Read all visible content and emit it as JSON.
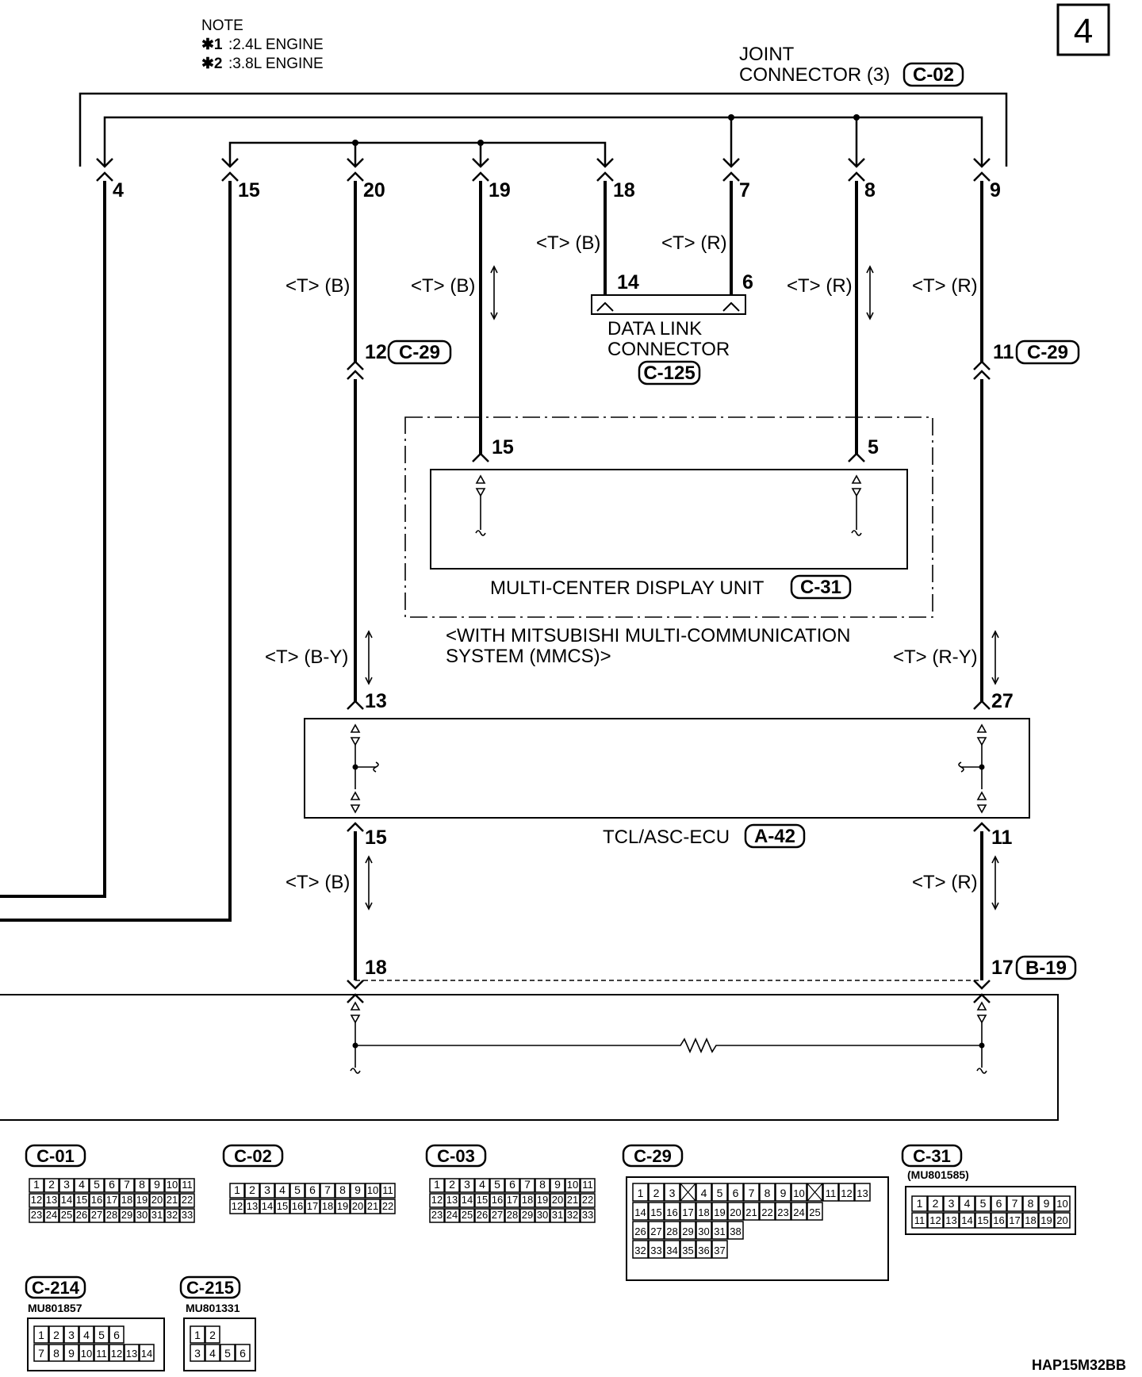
{
  "page_number": "4",
  "note": {
    "title": "NOTE",
    "lines": [
      {
        "mark": "✱1",
        "text": ":2.4L ENGINE"
      },
      {
        "mark": "✱2",
        "text": ":3.8L ENGINE"
      }
    ]
  },
  "joint_connector": {
    "line1": "JOINT",
    "line2": "CONNECTOR (3)",
    "code": "C-02"
  },
  "joint_pins": [
    "4",
    "15",
    "20",
    "19",
    "18",
    "7",
    "8",
    "9"
  ],
  "wire_labels": {
    "w20": "<T> (B)",
    "w19": "<T> (B)",
    "w18": "<T> (B)",
    "w7": "<T> (R)",
    "w8": "<T> (R)",
    "w9": "<T> (R)",
    "by": "<T> (B-Y)",
    "ry": "<T> (R-Y)",
    "b_low": "<T> (B)",
    "r_low": "<T> (R)"
  },
  "data_link": {
    "pin_a": "14",
    "pin_b": "6",
    "line1": "DATA LINK",
    "line2": "CONNECTOR",
    "code": "C-125"
  },
  "c29_left": {
    "pin": "12",
    "code": "C-29"
  },
  "c29_right": {
    "pin": "11",
    "code": "C-29"
  },
  "mmcs": {
    "pin_left": "15",
    "pin_right": "5",
    "unit_label": "MULTI-CENTER DISPLAY UNIT",
    "unit_code": "C-31",
    "cond_line1": "<WITH MITSUBISHI MULTI-COMMUNICATION",
    "cond_line2": "SYSTEM (MMCS)>"
  },
  "tcl": {
    "pin_top_left": "13",
    "pin_top_right": "27",
    "pin_bottom_left": "15",
    "pin_bottom_right": "11",
    "label": "TCL/ASC-ECU",
    "code": "A-42"
  },
  "b19": {
    "pin_left": "18",
    "pin_right": "17",
    "code": "B-19"
  },
  "connectors": [
    {
      "code": "C-01",
      "rows": [
        [
          "1",
          "2",
          "3",
          "4",
          "5",
          "6",
          "7",
          "8",
          "9",
          "10",
          "11"
        ],
        [
          "12",
          "13",
          "14",
          "15",
          "16",
          "17",
          "18",
          "19",
          "20",
          "21",
          "22"
        ],
        [
          "23",
          "24",
          "25",
          "26",
          "27",
          "28",
          "29",
          "30",
          "31",
          "32",
          "33"
        ]
      ]
    },
    {
      "code": "C-02",
      "rows": [
        [
          "1",
          "2",
          "3",
          "4",
          "5",
          "6",
          "7",
          "8",
          "9",
          "10",
          "11"
        ],
        [
          "12",
          "13",
          "14",
          "15",
          "16",
          "17",
          "18",
          "19",
          "20",
          "21",
          "22"
        ]
      ]
    },
    {
      "code": "C-03",
      "rows": [
        [
          "1",
          "2",
          "3",
          "4",
          "5",
          "6",
          "7",
          "8",
          "9",
          "10",
          "11"
        ],
        [
          "12",
          "13",
          "14",
          "15",
          "16",
          "17",
          "18",
          "19",
          "20",
          "21",
          "22"
        ],
        [
          "23",
          "24",
          "25",
          "26",
          "27",
          "28",
          "29",
          "30",
          "31",
          "32",
          "33"
        ]
      ]
    },
    {
      "code": "C-29",
      "rows": [
        [
          "1",
          "2",
          "3",
          "",
          "4",
          "5",
          "6",
          "7",
          "8",
          "9",
          "10",
          "",
          "11",
          "12",
          "13"
        ],
        [
          "14",
          "15",
          "16",
          "17",
          "18",
          "19",
          "20",
          "21",
          "22",
          "23",
          "24",
          "25"
        ],
        [
          "26",
          "27",
          "28",
          "29",
          "30",
          "31",
          "38"
        ],
        [
          "32",
          "33",
          "34",
          "35",
          "36",
          "37"
        ]
      ]
    },
    {
      "code": "C-31",
      "part": "(MU801585)",
      "rows": [
        [
          "1",
          "2",
          "3",
          "4",
          "5",
          "6",
          "7",
          "8",
          "9",
          "10"
        ],
        [
          "11",
          "12",
          "13",
          "14",
          "15",
          "16",
          "17",
          "18",
          "19",
          "20"
        ]
      ]
    },
    {
      "code": "C-214",
      "part": "MU801857",
      "rows": [
        [
          "1",
          "2",
          "3",
          "4",
          "5",
          "6"
        ],
        [
          "7",
          "8",
          "9",
          "10",
          "11",
          "12",
          "13",
          "14"
        ]
      ]
    },
    {
      "code": "C-215",
      "part": "MU801331",
      "rows": [
        [
          "1",
          "2"
        ],
        [
          "3",
          "4",
          "5",
          "6"
        ]
      ]
    }
  ],
  "figure_code": "HAP15M32BB"
}
